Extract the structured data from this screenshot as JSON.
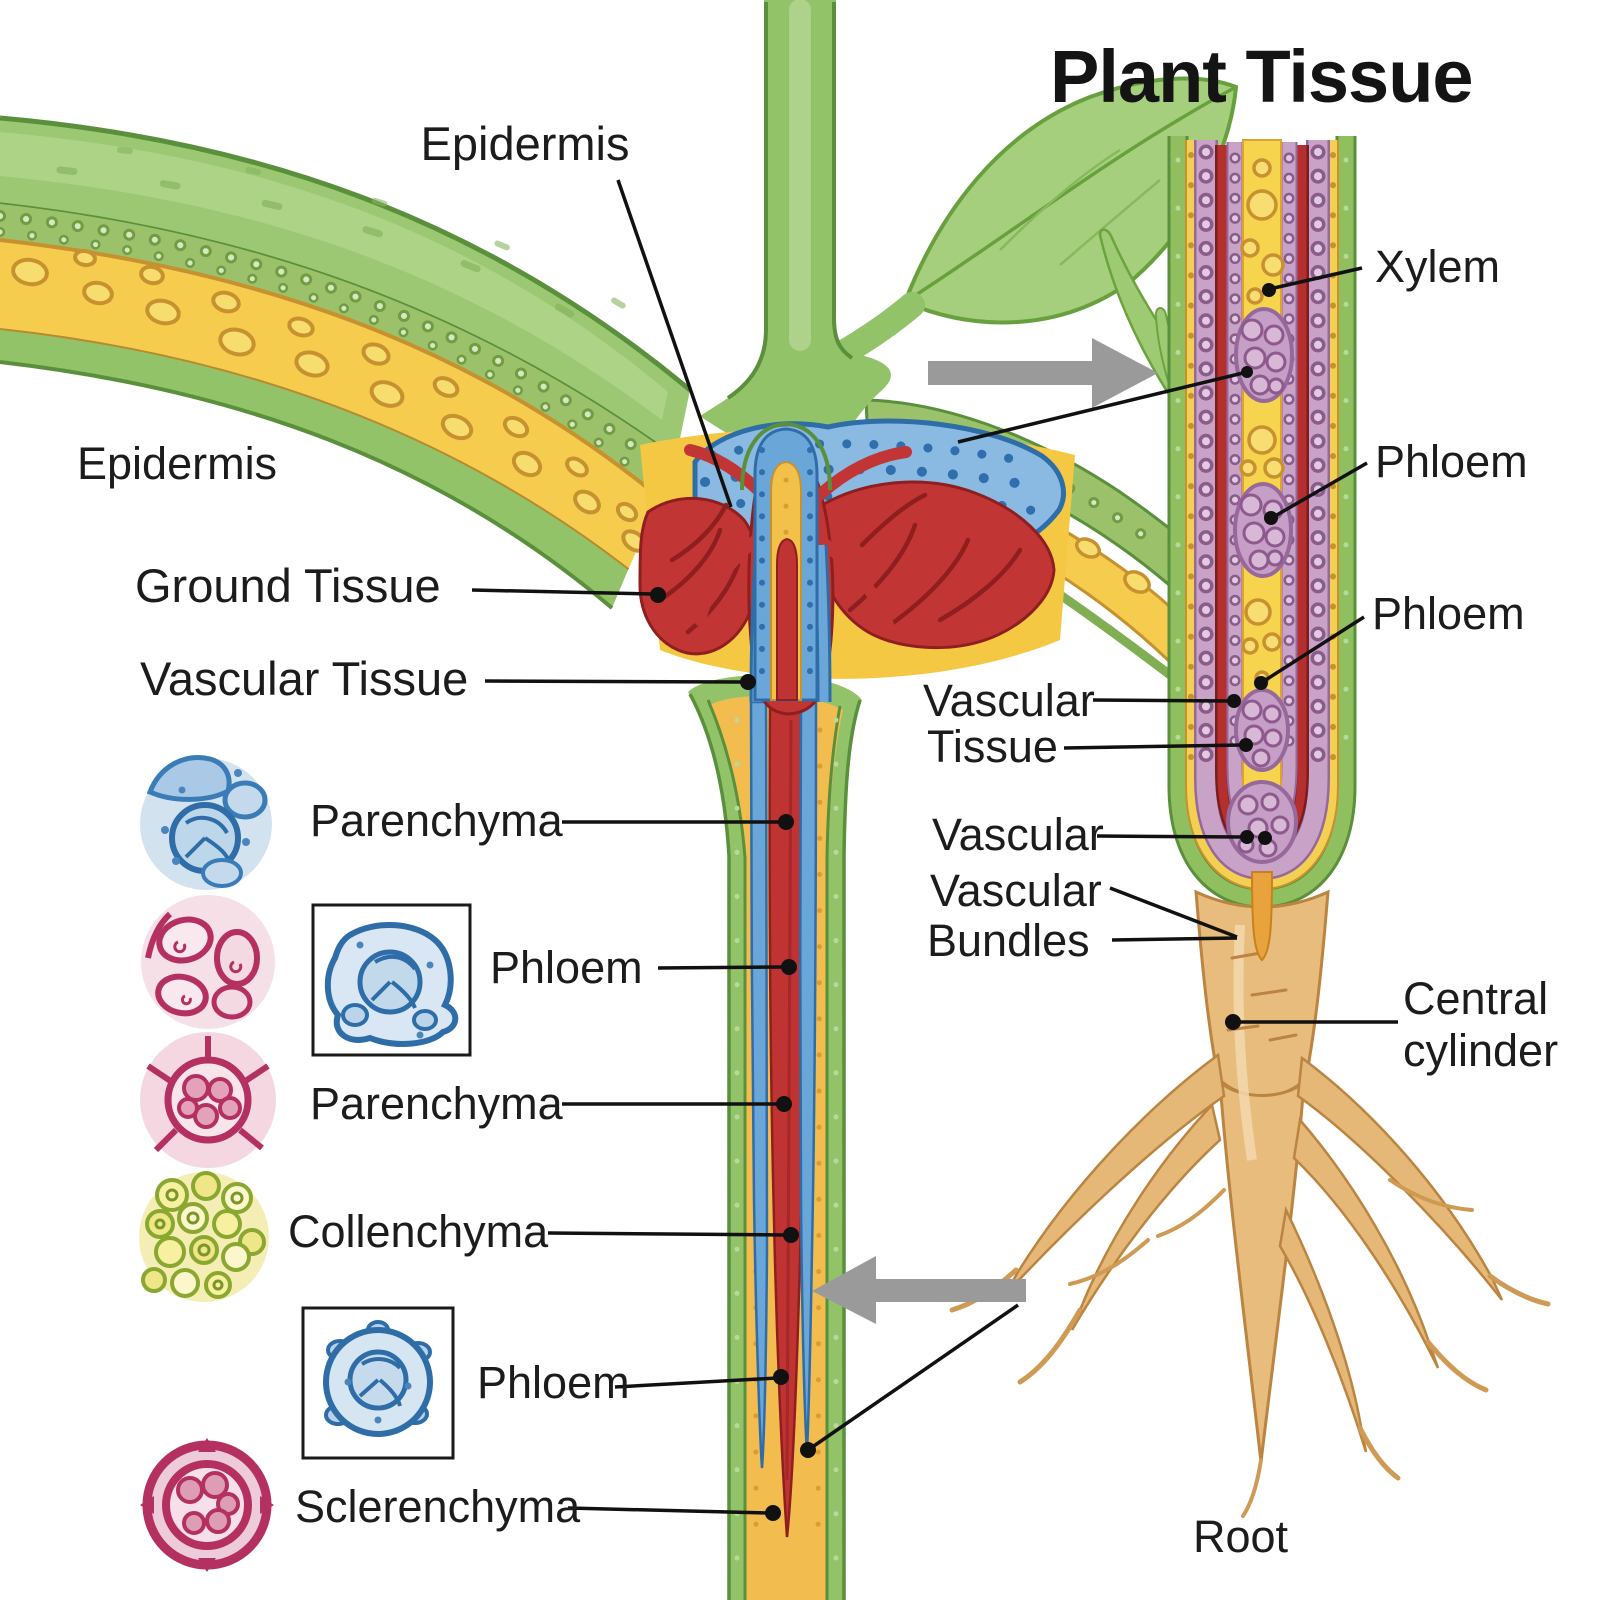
{
  "title": "Plant Tissue",
  "labels": {
    "epidermis_top": "Epidermis",
    "epidermis_left": "Epidermis",
    "ground_tissue": "Ground Tissue",
    "vascular_tissue_left": "Vascular Tissue",
    "parenchyma_1": "Parenchyma",
    "phloem_box_1": "Phloem",
    "parenchyma_2": "Parenchyma",
    "collenchyma": "Collenchyma",
    "phloem_box_2": "Phloem",
    "sclerenchyma": "Sclerenchyma",
    "xylem": "Xylem",
    "phloem_right_1": "Phloem",
    "phloem_right_2": "Phloem",
    "vascular_tissue_right_line1": "Vascular",
    "vascular_tissue_right_line2": "Tissue",
    "vascular_mid": "Vascular",
    "vascular_bundles_line1": "Vascular",
    "vascular_bundles_line2": "Bundles",
    "central_cylinder_line1": "Central",
    "central_cylinder_line2": "cylinder",
    "root": "Root"
  },
  "colors": {
    "background": "#ffffff",
    "label_text": "#1c1c1c",
    "leader_line": "#111111",
    "epidermis_green": "#92c368",
    "epidermis_edge": "#5a8f3c",
    "ground_yellow": "#f5cc4e",
    "ground_cell_edge": "#c8912f",
    "phloem_blue": "#6aa6d8",
    "phloem_blue_edge": "#2e6da8",
    "xylem_red": "#bf3333",
    "xylem_red_dark": "#8f1f1f",
    "purple_tissue": "#c9a3c7",
    "purple_tissue_edge": "#96689b",
    "root_tan": "#e7bc7c",
    "root_edge": "#bb8440",
    "arrow_grey": "#9a9a9a",
    "legend_pink": "#b43060",
    "collenchyma_green": "#8aa830"
  }
}
